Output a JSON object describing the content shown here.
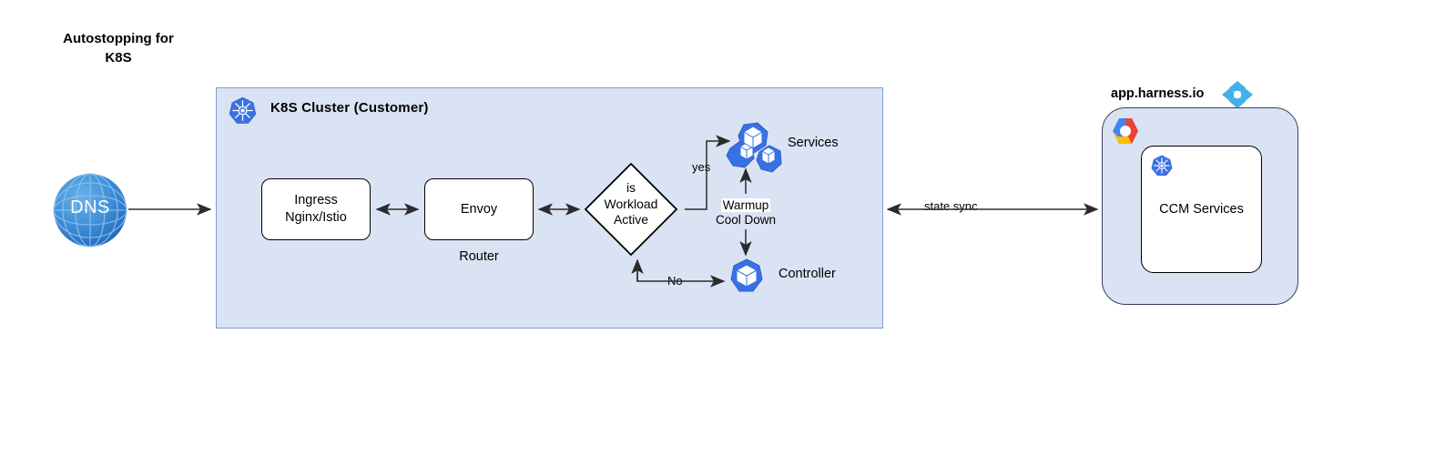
{
  "diagram": {
    "title": "Autostopping for\nK8S",
    "accent_blue": "#3970e4",
    "panel_fill": "#dae3f3",
    "panel_stroke": "#7f9ed1",
    "harness_blue": "#43b0e6"
  },
  "dns": {
    "label": "DNS",
    "icon": "globe-icon"
  },
  "cluster": {
    "title": "K8S Cluster (Customer)",
    "icon": "kubernetes-icon",
    "nodes": {
      "ingress": {
        "label": "Ingress\nNginx/Istio",
        "name": "ingress-node"
      },
      "envoy": {
        "label": "Envoy",
        "caption": "Router",
        "name": "envoy-node"
      },
      "decision": {
        "label": "is\nWorkload\nActive",
        "name": "workload-active-decision"
      },
      "services": {
        "label": "Services",
        "icon": "kubernetes-pods-icon"
      },
      "controller": {
        "label": "Controller",
        "icon": "kubernetes-pod-icon"
      }
    },
    "edge_labels": {
      "yes": "yes",
      "no": "No",
      "warmup_line1": "Warmup",
      "warmup_line2": "Cool Down"
    }
  },
  "sync": {
    "label": "state sync"
  },
  "harness": {
    "title": "app.harness.io",
    "logo_icon": "harness-logo-icon",
    "cloud_icon": "google-cloud-hexagon-icon",
    "inner": {
      "label": "CCM Services",
      "icon": "kubernetes-icon"
    }
  }
}
